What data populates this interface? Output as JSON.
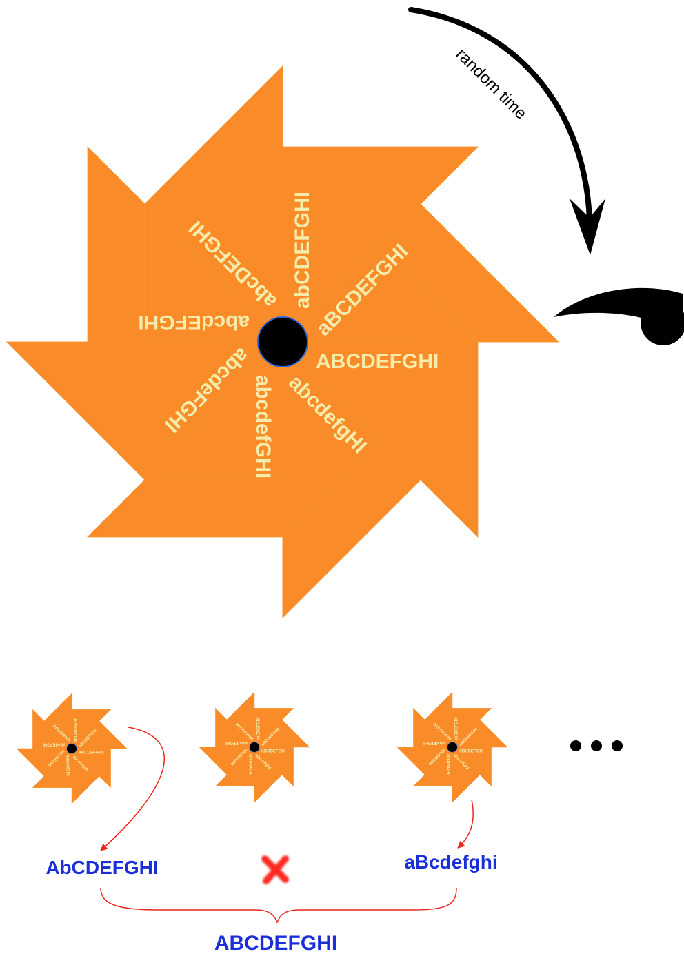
{
  "arrow_label": "random time",
  "blade_labels": [
    "ABCDEFGHI",
    "abcdefgHI",
    "abcdefGHI",
    "abcdeFGHI",
    "abcdEFGHI",
    "abcDEFGHI",
    "abCDEFGHI",
    "aBCDEFGHI"
  ],
  "results": {
    "first": "AbCDEFGHI",
    "third": "aBcdefghi",
    "combined": "ABCDEFGHI"
  },
  "colors": {
    "pinwheel": "#f98c28",
    "blade_text": "#f4ecaa",
    "hub": "#000000",
    "hub_outline": "#2a64d8",
    "result_text": "#1a2fd6",
    "connector": "#e8271f",
    "reject_mark": "#ff2a20"
  },
  "icons": {
    "reject": "x-mark-icon",
    "pointer": "pointer-icon",
    "continuation": "ellipsis-icon"
  }
}
